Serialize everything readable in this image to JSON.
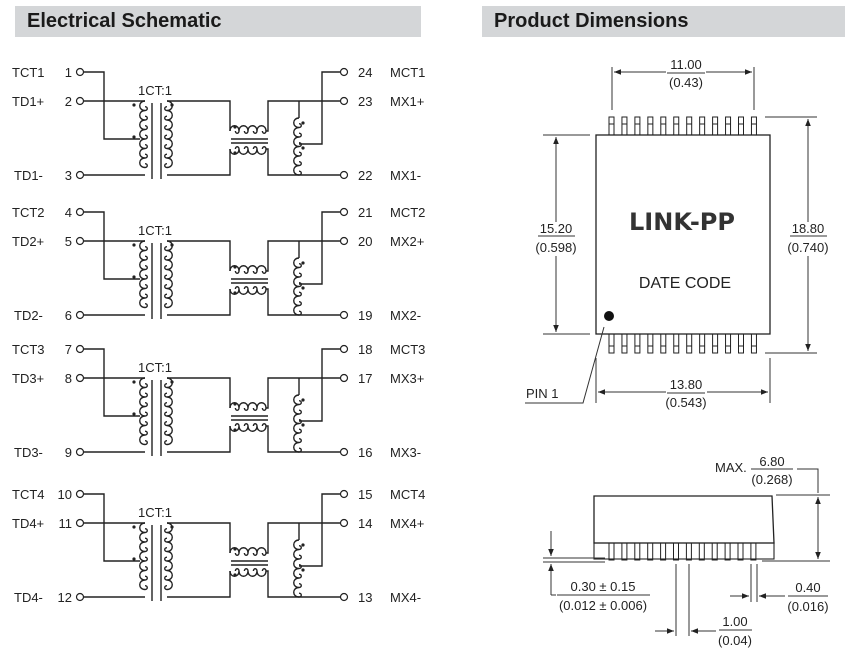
{
  "sections": {
    "left_title": "Electrical Schematic",
    "right_title": "Product Dimensions"
  },
  "schematic": {
    "ratio_label": "1CT:1",
    "channels": [
      {
        "left": [
          {
            "name": "TCT1",
            "pin": "1"
          },
          {
            "name": "TD1+",
            "pin": "2"
          },
          {
            "name": "TD1-",
            "pin": "3"
          }
        ],
        "right": [
          {
            "pin": "24",
            "name": "MCT1"
          },
          {
            "pin": "23",
            "name": "MX1+"
          },
          {
            "pin": "22",
            "name": "MX1-"
          }
        ]
      },
      {
        "left": [
          {
            "name": "TCT2",
            "pin": "4"
          },
          {
            "name": "TD2+",
            "pin": "5"
          },
          {
            "name": "TD2-",
            "pin": "6"
          }
        ],
        "right": [
          {
            "pin": "21",
            "name": "MCT2"
          },
          {
            "pin": "20",
            "name": "MX2+"
          },
          {
            "pin": "19",
            "name": "MX2-"
          }
        ]
      },
      {
        "left": [
          {
            "name": "TCT3",
            "pin": "7"
          },
          {
            "name": "TD3+",
            "pin": "8"
          },
          {
            "name": "TD3-",
            "pin": "9"
          }
        ],
        "right": [
          {
            "pin": "18",
            "name": "MCT3"
          },
          {
            "pin": "17",
            "name": "MX3+"
          },
          {
            "pin": "16",
            "name": "MX3-"
          }
        ]
      },
      {
        "left": [
          {
            "name": "TCT4",
            "pin": "10"
          },
          {
            "name": "TD4+",
            "pin": "11"
          },
          {
            "name": "TD4-",
            "pin": "12"
          }
        ],
        "right": [
          {
            "pin": "15",
            "name": "MCT4"
          },
          {
            "pin": "14",
            "name": "MX4+"
          },
          {
            "pin": "13",
            "name": "MX4-"
          }
        ]
      }
    ]
  },
  "dimensions": {
    "top_view": {
      "brand": "LINK-PP",
      "date_code": "DATE CODE",
      "pin1_label": "PIN 1",
      "pin_count_per_side": 12,
      "lead_span_width": {
        "mm": "11.00",
        "in": "(0.43)"
      },
      "body_height": {
        "mm": "15.20",
        "in": "(0.598)"
      },
      "overall_height": {
        "mm": "18.80",
        "in": "(0.740)"
      },
      "body_width": {
        "mm": "13.80",
        "in": "(0.543)"
      }
    },
    "side_view": {
      "max_prefix": "MAX.",
      "max_height": {
        "mm": "6.80",
        "in": "(0.268)"
      },
      "standoff": {
        "mm": "0.30 ± 0.15",
        "in": "(0.012 ± 0.006)"
      },
      "lead_width": {
        "mm": "0.40",
        "in": "(0.016)"
      },
      "pitch": {
        "mm": "1.00",
        "in": "(0.04)"
      }
    }
  }
}
